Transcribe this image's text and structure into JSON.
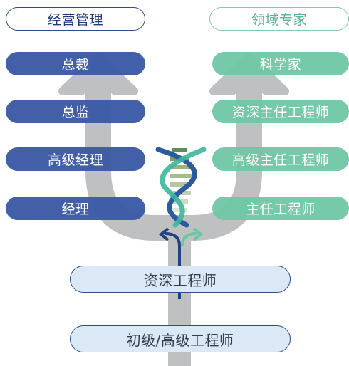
{
  "headers": {
    "management": "经营管理",
    "expert": "领域专家"
  },
  "management_track": [
    "总裁",
    "总监",
    "高级经理",
    "经理"
  ],
  "expert_track": [
    "科学家",
    "资深主任工程师",
    "高级主任工程师",
    "主任工程师"
  ],
  "base_track": [
    "资深工程师",
    "初级/高级工程师"
  ],
  "colors": {
    "management": "#3c5aa6",
    "expert": "#6fc7a5",
    "arrow": "#bfc0c2",
    "base_fill": "#dbe8f6",
    "base_border": "#2f4d8a"
  },
  "icons": [
    "u-arrow",
    "dna-helix-icon",
    "split-arrow-icon"
  ]
}
